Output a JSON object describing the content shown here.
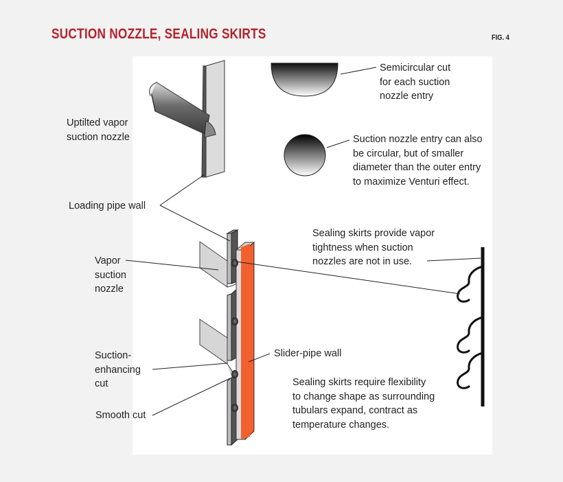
{
  "title": "SUCTION NOZZLE, SEALING SKIRTS",
  "figure_number": "FIG. 4",
  "colors": {
    "title_red": "#b5222b",
    "slider_orange": "#f2602e",
    "wall_grey": "#d3d3d3",
    "skirt_black": "#111111"
  },
  "labels": {
    "uptilted_nozzle": "Uptilted vapor\nsuction nozzle",
    "loading_pipe_wall": "Loading pipe wall",
    "vapor_nozzle": "Vapor\nsuction\nnozzle",
    "suction_enhancing_cut": "Suction-\nenhancing\ncut",
    "smooth_cut": "Smooth cut",
    "slider_pipe_wall": "Slider-pipe wall",
    "semicircular_cut": "Semicircular cut\nfor each suction\nnozzle entry",
    "circular_entry": "Suction nozzle entry can also\nbe circular, but of smaller\ndiameter than the outer entry\nto maximize Venturi effect.",
    "sealing_skirts_tightness": "Sealing skirts provide vapor\ntightness when suction\nnozzles are not in use.",
    "sealing_skirts_flex": "Sealing skirts require flexibility\nto change shape as surrounding\ntubulars expand, contract as\ntemperature changes."
  }
}
